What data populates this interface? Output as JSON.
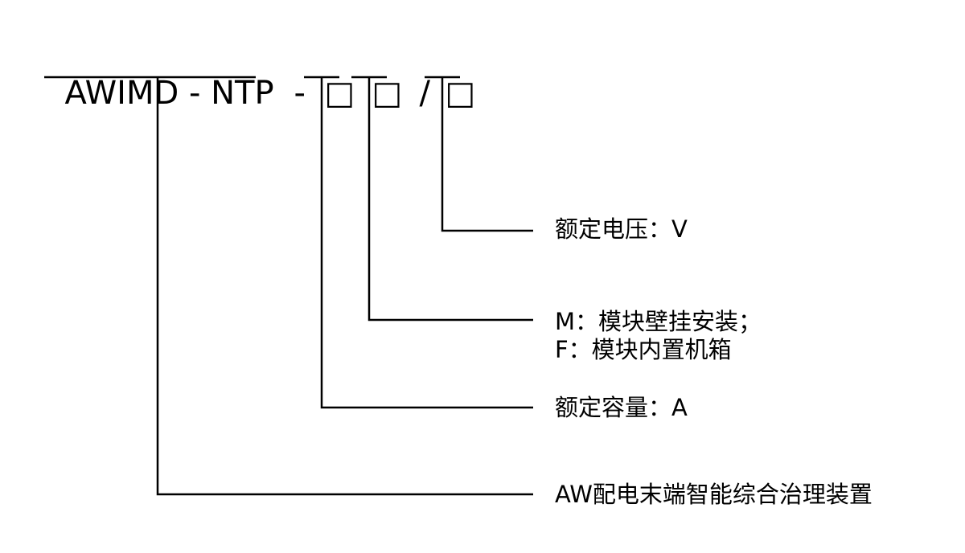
{
  "model_code": {
    "prefix": "AWIMD - NTP",
    "separator": "-",
    "box_1": "□",
    "box_2": "□",
    "slash": "/",
    "box_3": "□"
  },
  "labels": {
    "rated_voltage": "额定电压：V",
    "mount_m": "M：模块壁挂安装；",
    "mount_f": "F：模块内置机箱",
    "rated_capacity": "额定容量：A",
    "product_name": "AW配电末端智能综合治理装置"
  }
}
